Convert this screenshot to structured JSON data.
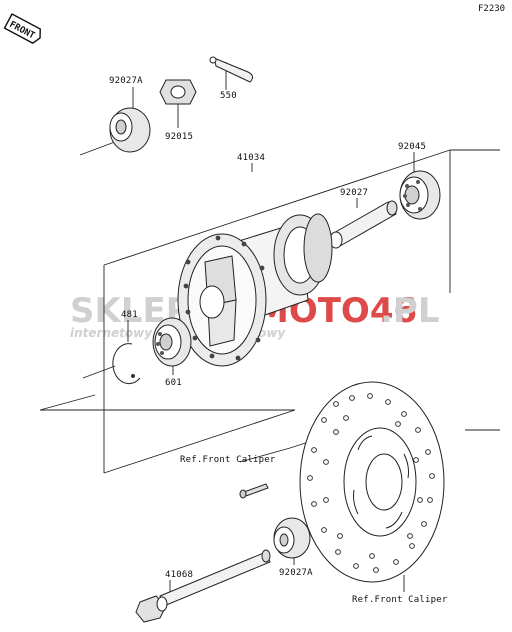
{
  "diagram_code": "F2230",
  "front_marker": "FRONT",
  "labels": {
    "p92027a_top": "92027A",
    "p92015": "92015",
    "p550": "550",
    "p41034": "41034",
    "p92045": "92045",
    "p92027": "92027",
    "p481": "481",
    "p601": "601",
    "ref_caliper_1": "Ref.Front Caliper",
    "ref_caliper_2": "Ref.Front Caliper",
    "p41068": "41068",
    "p92027a_bottom": "92027A"
  },
  "watermark": {
    "brand_gray": "SKLEP",
    "brand_red": "MOTO46",
    "brand_suffix": ".PL",
    "tagline": "internetowy sklep motocyklowy"
  },
  "colors": {
    "ink": "#222222",
    "watermark_red": "#d92b2b",
    "watermark_gray": "#c8c8c8"
  }
}
